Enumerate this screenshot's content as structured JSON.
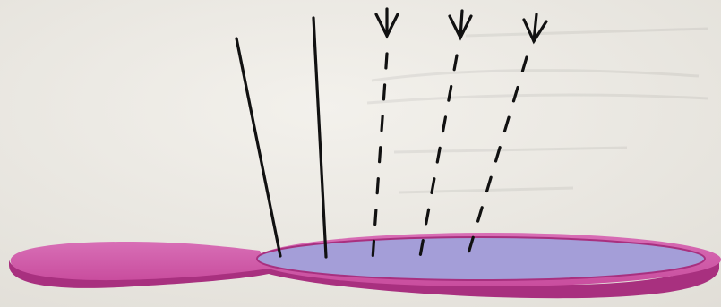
{
  "scene": {
    "subject": "mirror",
    "paper_color": "#ece9e3",
    "mirror_frame_color": "#c94d9e",
    "mirror_frame_light_color": "#d86fb6",
    "mirror_frame_edge_color": "#a8307f",
    "mirror_glass_color": "#a49ed8",
    "ray_color": "#111111",
    "solid_rays": 2,
    "dashed_rays": 3,
    "dashed_rays_have_arrowheads": true
  }
}
